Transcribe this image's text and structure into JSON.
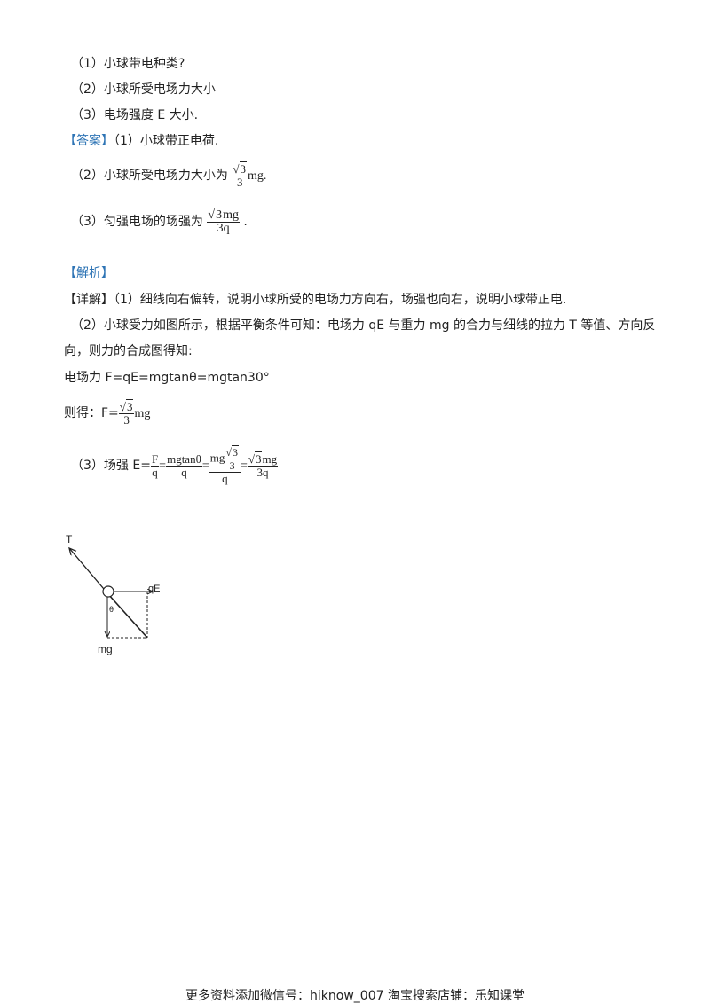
{
  "questions": {
    "q1": "（1）小球带电种类?",
    "q2": "（2）小球所受电场力大小",
    "q3": "（3）电场强度 E 大小."
  },
  "answer": {
    "tag": "【答案】",
    "a1": "（1）小球带正电荷.",
    "a2_prefix": "（2）小球所受电场力大小为",
    "a2_suffix": "mg.",
    "a3_prefix": "（3）匀强电场的场强为",
    "a3_suffix": ".",
    "sqrt3": "3",
    "three": "3",
    "mg": "mg",
    "three_q": "3q"
  },
  "analysis": {
    "tag": "【解析】",
    "detail_tag": "【详解】",
    "d1": "（1）细线向右偏转，说明小球所受的电场力方向右，场强也向右，说明小球带正电.",
    "d2_line1": "（2）小球受力如图所示，根据平衡条件可知：电场力 qE 与重力 mg 的合力与细线的拉力 T 等值、方向反",
    "d2_line2": "向，则力的合成图得知:",
    "d_force": "电场力 F=qE=mgtanθ=mgtan30°",
    "d_result_prefix": "则得：F=",
    "d_result_suffix": "mg",
    "d3_prefix": "（3）场强 E=",
    "F": "F",
    "q": "q",
    "eq": "=",
    "mgtan": "mgtanθ",
    "mg_top": "mg"
  },
  "diagram": {
    "label_T": "T",
    "label_qE": "qE",
    "label_theta": "θ",
    "label_mg": "mg"
  },
  "footer": "更多资料添加微信号：hiknow_007  淘宝搜索店铺：乐知课堂"
}
